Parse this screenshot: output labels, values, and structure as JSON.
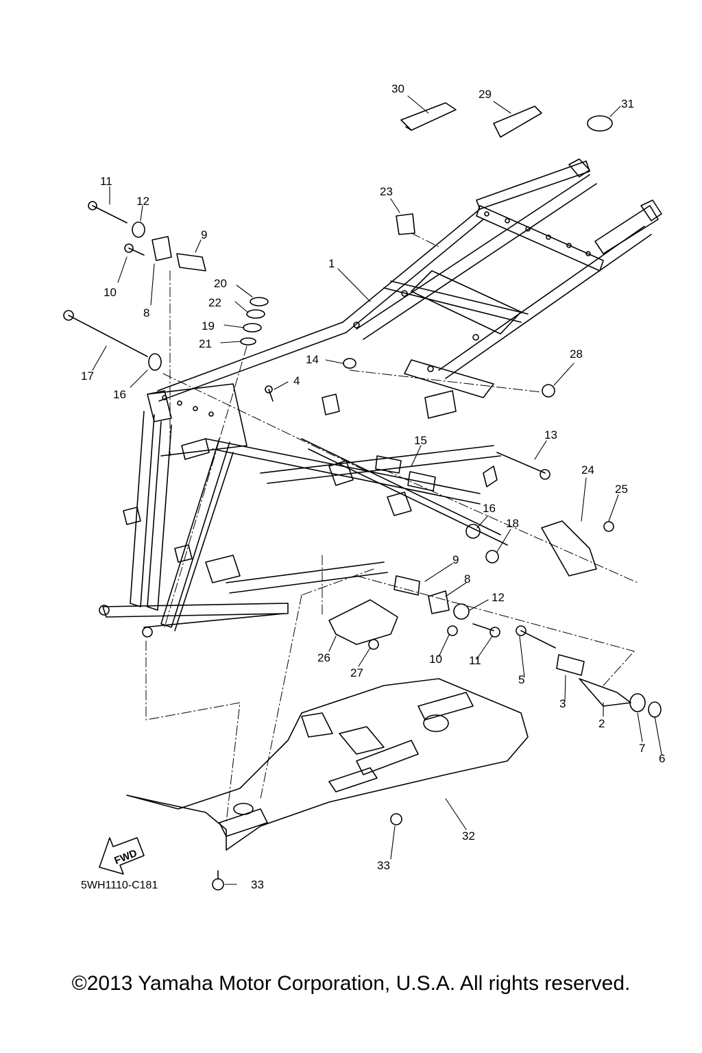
{
  "figure_code": "5WH1110-C181",
  "copyright": "©2013 Yamaha Motor Corporation, U.S.A. All rights reserved.",
  "fwd_label": "FWD",
  "callouts": [
    "30",
    "29",
    "31",
    "11",
    "12",
    "9",
    "23",
    "10",
    "8",
    "1",
    "20",
    "22",
    "19",
    "21",
    "17",
    "14",
    "28",
    "16",
    "4",
    "13",
    "15",
    "24",
    "25",
    "16",
    "18",
    "9",
    "8",
    "12",
    "26",
    "27",
    "10",
    "11",
    "5",
    "3",
    "2",
    "7",
    "6",
    "32",
    "33",
    "33"
  ]
}
